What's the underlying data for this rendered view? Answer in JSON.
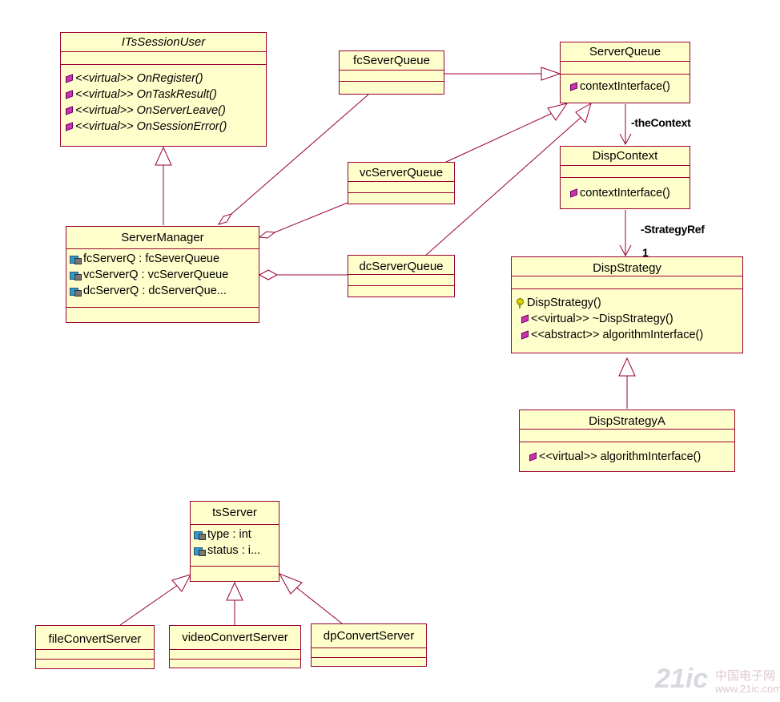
{
  "classes": {
    "its_session_user": {
      "name": "ITsSessionUser",
      "operations": [
        "<<virtual>> OnRegister()",
        "<<virtual>> OnTaskResult()",
        "<<virtual>> OnServerLeave()",
        "<<virtual>> OnSessionError()"
      ]
    },
    "fc_sever_queue": {
      "name": "fcSeverQueue"
    },
    "vc_server_queue": {
      "name": "vcServerQueue"
    },
    "dc_server_queue": {
      "name": "dcServerQueue"
    },
    "server_queue": {
      "name": "ServerQueue",
      "operations": [
        "contextInterface()"
      ]
    },
    "disp_context": {
      "name": "DispContext",
      "operations": [
        "contextInterface()"
      ]
    },
    "server_manager": {
      "name": "ServerManager",
      "attributes": [
        "fcServerQ : fcSeverQueue",
        "vcServerQ : vcServerQueue",
        "dcServerQ : dcServerQue..."
      ]
    },
    "disp_strategy": {
      "name": "DispStrategy",
      "operations": [
        "DispStrategy()",
        "<<virtual>> ~DispStrategy()",
        "<<abstract>> algorithmInterface()"
      ]
    },
    "disp_strategy_a": {
      "name": "DispStrategyA",
      "operations": [
        "<<virtual>> algorithmInterface()"
      ]
    },
    "ts_server": {
      "name": "tsServer",
      "attributes": [
        "type : int",
        "status : i..."
      ]
    },
    "file_convert_server": {
      "name": "fileConvertServer"
    },
    "video_convert_server": {
      "name": "videoConvertServer"
    },
    "dp_convert_server": {
      "name": "dpConvertServer"
    }
  },
  "labels": {
    "the_context": "-theContext",
    "strategy_ref": "-StrategyRef",
    "multiplicity": "1"
  },
  "watermark": {
    "logo": "21ic",
    "cn": "中国电子网",
    "url": "www.21ic.com"
  },
  "colors": {
    "class_fill": "#ffffcc",
    "border": "#990033"
  }
}
